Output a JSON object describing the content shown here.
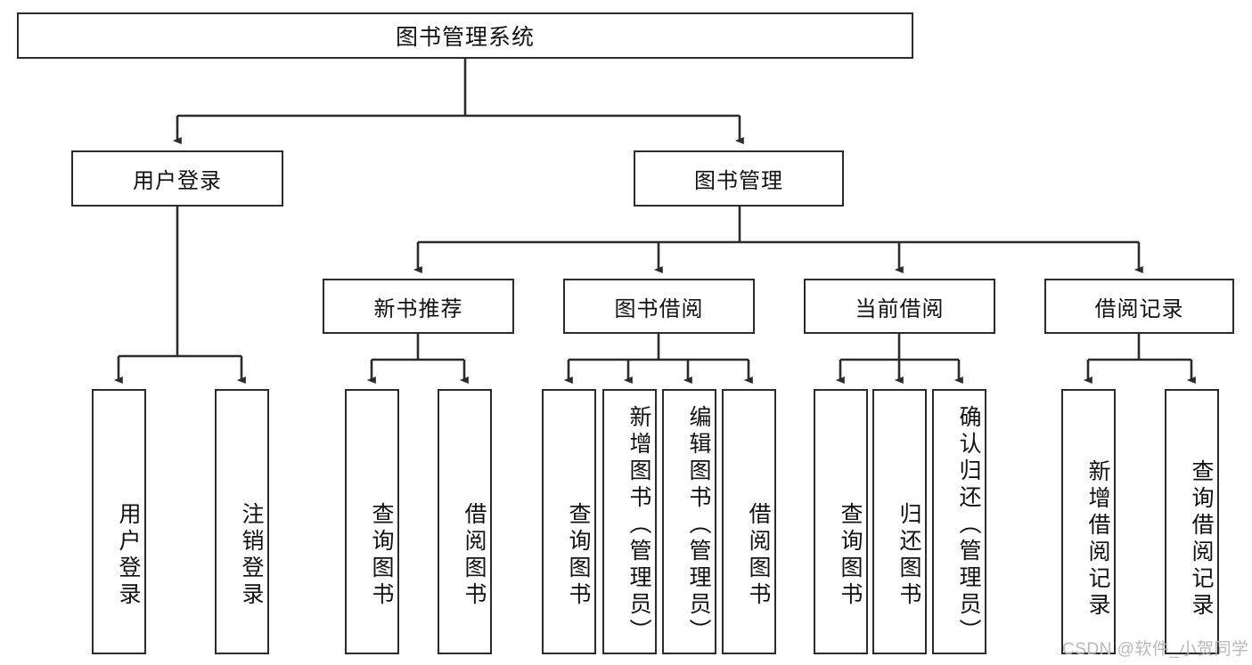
{
  "diagram": {
    "title": "图书管理系统",
    "type": "tree",
    "stroke_color": "#2b2b2b",
    "background_color": "#ffffff",
    "text_color": "#111111",
    "watermark": "CSDN @软件_小贺同学",
    "watermark_color": "#b9b9b9"
  },
  "nodes": {
    "root": {
      "label": "图书管理系统",
      "level": 1
    },
    "l2": [
      {
        "id": "user-login",
        "label": "用户登录",
        "level": 2
      },
      {
        "id": "book-manage",
        "label": "图书管理",
        "level": 2
      }
    ],
    "l3": [
      {
        "id": "new-book-recommend",
        "label": "新书推荐",
        "level": 3,
        "parent": "book-manage"
      },
      {
        "id": "book-borrow",
        "label": "图书借阅",
        "level": 3,
        "parent": "book-manage"
      },
      {
        "id": "current-borrow",
        "label": "当前借阅",
        "level": 3,
        "parent": "book-manage"
      },
      {
        "id": "borrow-record",
        "label": "借阅记录",
        "level": 3,
        "parent": "book-manage"
      }
    ],
    "leaves": [
      {
        "id": "leaf-user-login",
        "label": "用户登录",
        "parent": "user-login"
      },
      {
        "id": "leaf-user-logout",
        "label": "注销登录",
        "parent": "user-login"
      },
      {
        "id": "leaf-query-book-1",
        "label": "查询图书",
        "parent": "new-book-recommend"
      },
      {
        "id": "leaf-borrow-book-1",
        "label": "借阅图书",
        "parent": "new-book-recommend"
      },
      {
        "id": "leaf-query-book-2",
        "label": "查询图书",
        "parent": "book-borrow"
      },
      {
        "id": "leaf-add-book",
        "label": "新增图书（管理员）",
        "parent": "book-borrow"
      },
      {
        "id": "leaf-edit-book",
        "label": "编辑图书（管理员）",
        "parent": "book-borrow"
      },
      {
        "id": "leaf-borrow-book-2",
        "label": "借阅图书",
        "parent": "book-borrow"
      },
      {
        "id": "leaf-query-book-3",
        "label": "查询图书",
        "parent": "current-borrow"
      },
      {
        "id": "leaf-return-book",
        "label": "归还图书",
        "parent": "current-borrow"
      },
      {
        "id": "leaf-confirm-return",
        "label": "确认归还（管理员）",
        "parent": "current-borrow"
      },
      {
        "id": "leaf-add-record",
        "label": "新增借阅记录",
        "parent": "borrow-record"
      },
      {
        "id": "leaf-query-record",
        "label": "查询借阅记录",
        "parent": "borrow-record"
      }
    ]
  }
}
